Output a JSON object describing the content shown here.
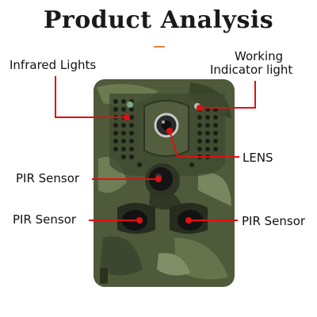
{
  "title": "Product Analysis",
  "labels": {
    "infrared": "Infrared Lights",
    "working_line1": "Working",
    "working_line2": "Indicator light",
    "lens": "LENS",
    "pir_center": "PIR Sensor",
    "pir_left": "PIR Sensor",
    "pir_right": "PIR Sensor"
  },
  "colors": {
    "leader_line": "#e01010",
    "accent": "#e8833a",
    "camo_base": "#5d6a45"
  }
}
